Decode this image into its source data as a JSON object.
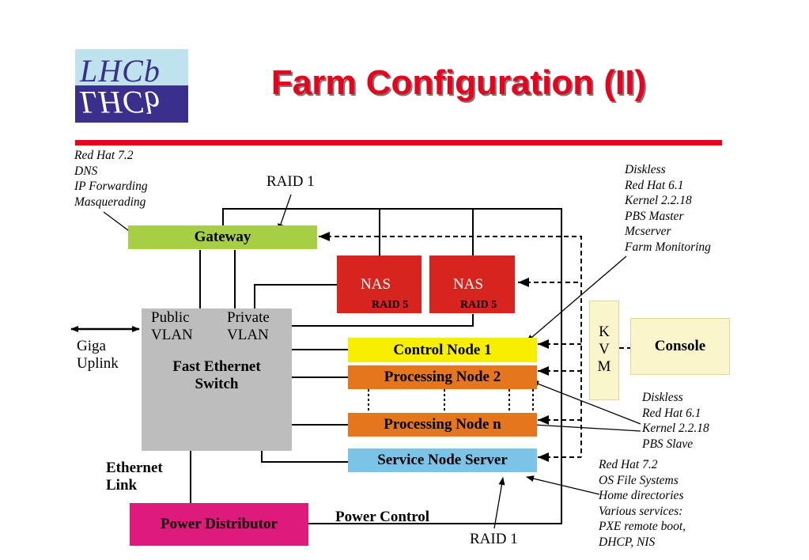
{
  "logo": {
    "text": "LHCb"
  },
  "title": "Farm Configuration (II)",
  "notes": {
    "gateway_os": "Red Hat 7.2\nDNS\nIP Forwarding\nMasquerading",
    "control_node": "Diskless\nRed Hat 6.1\nKernel 2.2.18\nPBS Master\nMcserver\nFarm Monitoring",
    "processing_nodes": "Diskless\nRed Hat 6.1\nKernel 2.2.18\nPBS Slave",
    "service_node": "Red Hat 7.2\nOS File Systems\nHome directories\nVarious services:\nPXE remote boot,\nDHCP, NIS"
  },
  "labels": {
    "raid1_top": "RAID 1",
    "raid1_bottom": "RAID 1",
    "giga_uplink": "Giga\nUplink",
    "ethernet_link": "Ethernet\nLink",
    "power_control": "Power Control"
  },
  "nodes": {
    "gateway": "Gateway",
    "nas1": "NAS",
    "nas1_raid": "RAID 5",
    "nas2": "NAS",
    "nas2_raid": "RAID 5",
    "switch_public": "Public\nVLAN",
    "switch_private": "Private\nVLAN",
    "switch_name": "Fast Ethernet\nSwitch",
    "control_node": "Control Node 1",
    "processing_node_2": "Processing Node 2",
    "processing_node_n": "Processing Node n",
    "service_node": "Service Node Server",
    "kvm": "K\nV\nM",
    "console": "Console",
    "power_distributor": "Power Distributor"
  },
  "colors": {
    "title": "#e8001c",
    "gateway": "#a6cf45",
    "nas": "#d8241f",
    "switch": "#bdbdbd",
    "control_node": "#f8ef00",
    "processing_node": "#e5761e",
    "service_node": "#7cc3e8",
    "kvm": "#fbf5cc",
    "console": "#fbf5cc",
    "power_distributor": "#de1a7d"
  }
}
